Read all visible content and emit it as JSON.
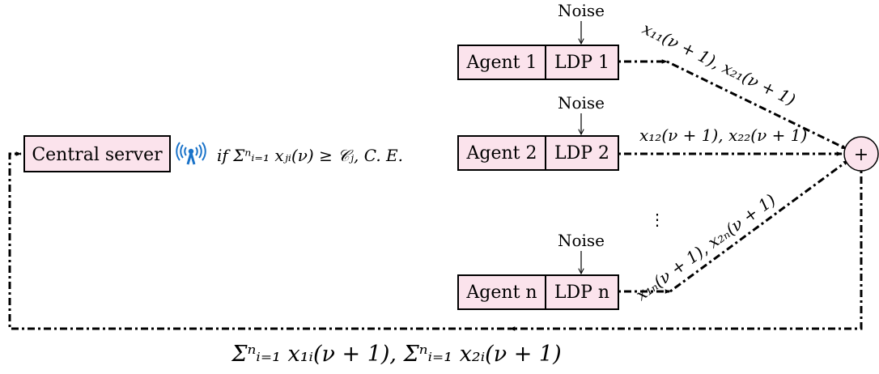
{
  "central_server": {
    "label": "Central server"
  },
  "condition": {
    "text": "if Σⁿᵢ₌₁ xⱼᵢ(ν) ≥ 𝒞ⱼ, C. E."
  },
  "noise_label": "Noise",
  "agents": [
    {
      "agent": "Agent 1",
      "ldp": "LDP 1",
      "output": "x₁₁(ν + 1), x₂₁(ν + 1)"
    },
    {
      "agent": "Agent 2",
      "ldp": "LDP 2",
      "output": "x₁₂(ν + 1), x₂₂(ν + 1)"
    },
    {
      "agent": "Agent n",
      "ldp": "LDP n",
      "output": "x₁ₙ(ν + 1), x₂ₙ(ν + 1)"
    }
  ],
  "ellipsis": "⋮",
  "sum_node": "+",
  "feedback": "Σⁿᵢ₌₁ x₁ᵢ(ν + 1), Σⁿᵢ₌₁ x₂ᵢ(ν + 1)",
  "colors": {
    "box_fill": "#fbe3ec",
    "antenna": "#1a73c9"
  },
  "icons": {
    "antenna": "wireless-antenna-icon"
  }
}
